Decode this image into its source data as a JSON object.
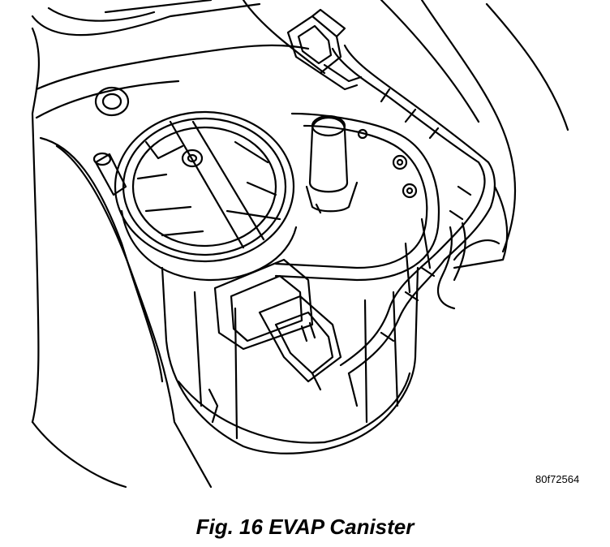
{
  "figure": {
    "code": "80f72564",
    "caption_number": "Fig. 16",
    "caption_title": "EVAP Canister"
  }
}
